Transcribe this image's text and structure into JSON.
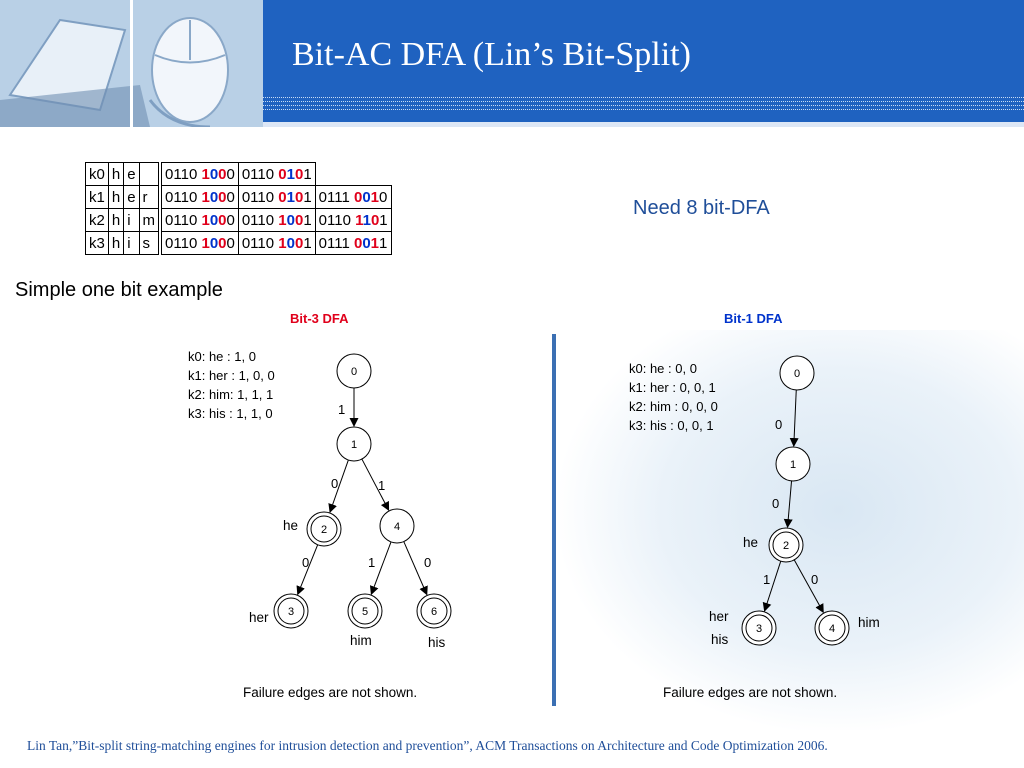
{
  "slide": {
    "title": "Bit-AC DFA (Lin’s Bit-Split)",
    "need": "Need 8 bit-DFA",
    "subtitle": "Simple one bit example",
    "footer": "Lin Tan,”Bit-split string-matching engines for intrusion detection and prevention”, ACM Transactions on Architecture and Code Optimization 2006."
  },
  "table": {
    "rows": [
      {
        "key": "k0",
        "chars": [
          "h",
          "e",
          ""
        ],
        "codes": [
          [
            {
              "t": "0110 "
            },
            {
              "t": "1",
              "c": "red"
            },
            {
              "t": "0",
              "c": "blue"
            },
            {
              "t": "0",
              "c": "red"
            },
            {
              "t": "0"
            }
          ],
          [
            {
              "t": "0110 "
            },
            {
              "t": "0",
              "c": "red"
            },
            {
              "t": "1",
              "c": "blue"
            },
            {
              "t": "0",
              "c": "red"
            },
            {
              "t": "1"
            }
          ],
          []
        ]
      },
      {
        "key": "k1",
        "chars": [
          "h",
          "e",
          "r"
        ],
        "codes": [
          [
            {
              "t": "0110 "
            },
            {
              "t": "1",
              "c": "red"
            },
            {
              "t": "0",
              "c": "blue"
            },
            {
              "t": "0",
              "c": "red"
            },
            {
              "t": "0"
            }
          ],
          [
            {
              "t": "0110 "
            },
            {
              "t": "0",
              "c": "red"
            },
            {
              "t": "1",
              "c": "blue"
            },
            {
              "t": "0",
              "c": "red"
            },
            {
              "t": "1"
            }
          ],
          [
            {
              "t": "0111 "
            },
            {
              "t": "0",
              "c": "red"
            },
            {
              "t": "0",
              "c": "blue"
            },
            {
              "t": "1",
              "c": "red"
            },
            {
              "t": "0"
            }
          ]
        ]
      },
      {
        "key": "k2",
        "chars": [
          "h",
          "i",
          "m"
        ],
        "codes": [
          [
            {
              "t": "0110 "
            },
            {
              "t": "1",
              "c": "red"
            },
            {
              "t": "0",
              "c": "blue"
            },
            {
              "t": "0",
              "c": "red"
            },
            {
              "t": "0"
            }
          ],
          [
            {
              "t": "0110 "
            },
            {
              "t": "1",
              "c": "red"
            },
            {
              "t": "0",
              "c": "blue"
            },
            {
              "t": "0",
              "c": "red"
            },
            {
              "t": "1"
            }
          ],
          [
            {
              "t": "0110 "
            },
            {
              "t": "1",
              "c": "red"
            },
            {
              "t": "1",
              "c": "blue"
            },
            {
              "t": "0",
              "c": "red"
            },
            {
              "t": "1"
            }
          ]
        ]
      },
      {
        "key": "k3",
        "chars": [
          "h",
          "i",
          "s"
        ],
        "codes": [
          [
            {
              "t": "0110 "
            },
            {
              "t": "1",
              "c": "red"
            },
            {
              "t": "0",
              "c": "blue"
            },
            {
              "t": "0",
              "c": "red"
            },
            {
              "t": "0"
            }
          ],
          [
            {
              "t": "0110 "
            },
            {
              "t": "1",
              "c": "red"
            },
            {
              "t": "0",
              "c": "blue"
            },
            {
              "t": "0",
              "c": "red"
            },
            {
              "t": "1"
            }
          ],
          [
            {
              "t": "0111 "
            },
            {
              "t": "0",
              "c": "red"
            },
            {
              "t": "0",
              "c": "blue"
            },
            {
              "t": "1",
              "c": "red"
            },
            {
              "t": "1"
            }
          ]
        ]
      }
    ]
  },
  "dfa_left": {
    "title": "Bit-3 DFA",
    "title_color": "#e0001b",
    "keys": [
      "k0: he  : 1, 0",
      "k1: her : 1, 0, 0",
      "k2: him: 1, 1, 1",
      "k3: his  : 1, 1, 0"
    ],
    "note": "Failure edges are not shown.",
    "states": [
      {
        "id": "0",
        "accept": false
      },
      {
        "id": "1",
        "accept": false
      },
      {
        "id": "2",
        "accept": true
      },
      {
        "id": "4",
        "accept": false
      },
      {
        "id": "3",
        "accept": true
      },
      {
        "id": "5",
        "accept": true
      },
      {
        "id": "6",
        "accept": true
      }
    ],
    "edges": [
      {
        "from": "0",
        "to": "1",
        "label": "1"
      },
      {
        "from": "1",
        "to": "2",
        "label": "0"
      },
      {
        "from": "1",
        "to": "4",
        "label": "1"
      },
      {
        "from": "2",
        "to": "3",
        "label": "0"
      },
      {
        "from": "4",
        "to": "5",
        "label": "1"
      },
      {
        "from": "4",
        "to": "6",
        "label": "0"
      }
    ],
    "outputs": [
      {
        "state": "2",
        "text": "he"
      },
      {
        "state": "3",
        "text": "her"
      },
      {
        "state": "5",
        "text": "him"
      },
      {
        "state": "6",
        "text": "his"
      }
    ]
  },
  "dfa_right": {
    "title": "Bit-1 DFA",
    "title_color": "#0033cc",
    "keys": [
      "k0: he  : 0, 0",
      "k1: her : 0, 0, 1",
      "k2: him : 0, 0, 0",
      "k3: his  : 0, 0, 1"
    ],
    "note": "Failure edges are not shown.",
    "states": [
      {
        "id": "0",
        "accept": false
      },
      {
        "id": "1",
        "accept": false
      },
      {
        "id": "2",
        "accept": true
      },
      {
        "id": "3",
        "accept": true
      },
      {
        "id": "4",
        "accept": true
      }
    ],
    "edges": [
      {
        "from": "0",
        "to": "1",
        "label": "0"
      },
      {
        "from": "1",
        "to": "2",
        "label": "0"
      },
      {
        "from": "2",
        "to": "3",
        "label": "1"
      },
      {
        "from": "2",
        "to": "4",
        "label": "0"
      }
    ],
    "outputs": [
      {
        "state": "2",
        "text": "he"
      },
      {
        "state": "3",
        "text": "her"
      },
      {
        "state": "3",
        "text": "his"
      },
      {
        "state": "4",
        "text": "him"
      }
    ]
  },
  "colors": {
    "header": "#1f62c0",
    "accent": "#1f4e99",
    "red": "#e0001b",
    "blue": "#0033cc"
  }
}
